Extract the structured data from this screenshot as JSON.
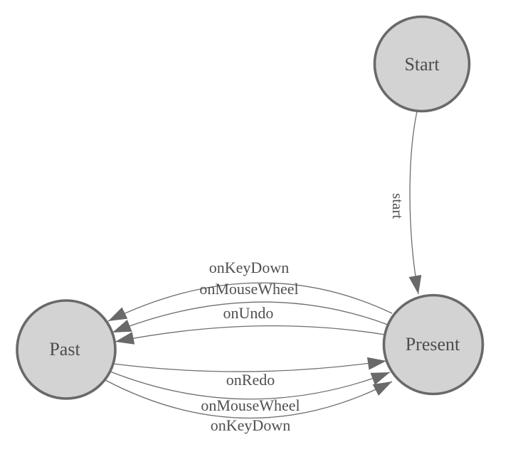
{
  "diagram": {
    "type": "state-machine",
    "colors": {
      "background": "#ffffff",
      "node_fill": "#d3d3d3",
      "node_stroke": "#696969",
      "edge_stroke": "#6e6e6e",
      "arrow_fill": "#696969",
      "label_color": "#4f4f4f"
    },
    "nodes": [
      {
        "id": "start",
        "label": "Start"
      },
      {
        "id": "past",
        "label": "Past"
      },
      {
        "id": "present",
        "label": "Present"
      }
    ],
    "edges": [
      {
        "from": "start",
        "to": "present",
        "label": "start"
      },
      {
        "from": "present",
        "to": "past",
        "label": "onKeyDown"
      },
      {
        "from": "present",
        "to": "past",
        "label": "onMouseWheel"
      },
      {
        "from": "present",
        "to": "past",
        "label": "onUndo"
      },
      {
        "from": "past",
        "to": "present",
        "label": "onRedo"
      },
      {
        "from": "past",
        "to": "present",
        "label": "onMouseWheel"
      },
      {
        "from": "past",
        "to": "present",
        "label": "onKeyDown"
      }
    ]
  }
}
